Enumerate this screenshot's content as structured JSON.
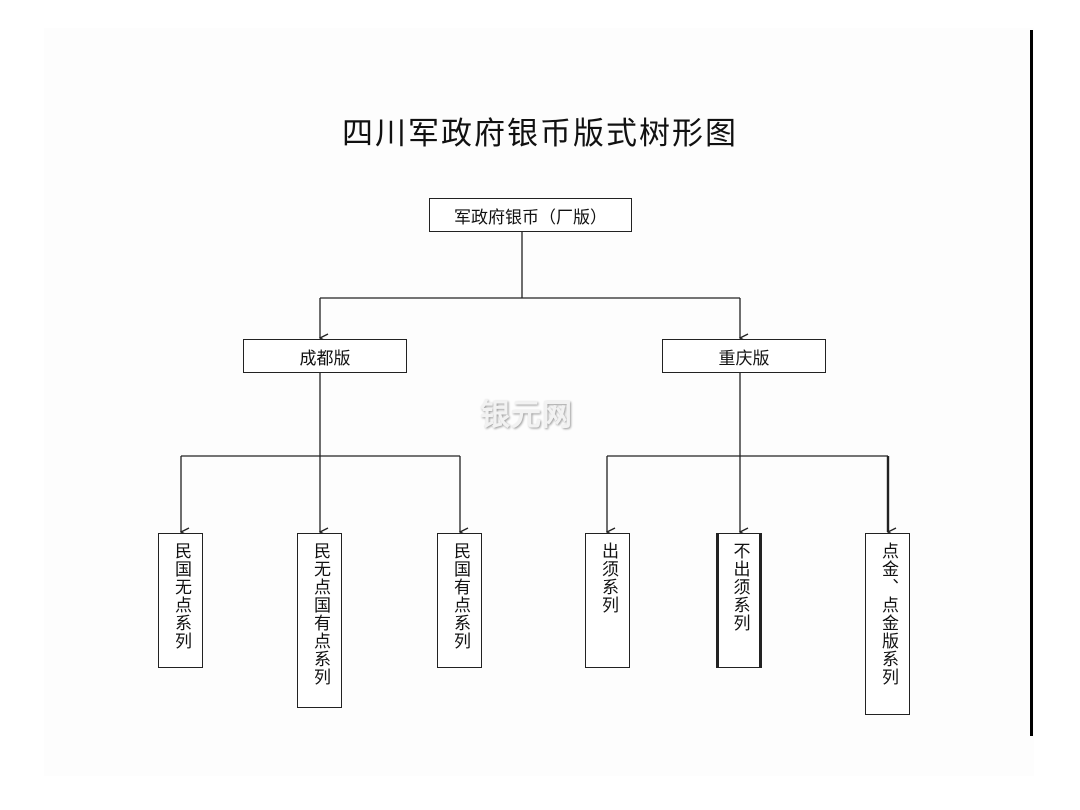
{
  "title": "四川军政府银币版式树形图",
  "watermark": "银元网",
  "tree": {
    "root": "军政府银币（厂版）",
    "branches": [
      {
        "label": "成都版",
        "children": [
          "民国无点系列",
          "民无点国有点系列",
          "民国有点系列"
        ]
      },
      {
        "label": "重庆版",
        "children": [
          "出须系列",
          "不出须系列",
          "点金、点金版系列"
        ]
      }
    ]
  }
}
